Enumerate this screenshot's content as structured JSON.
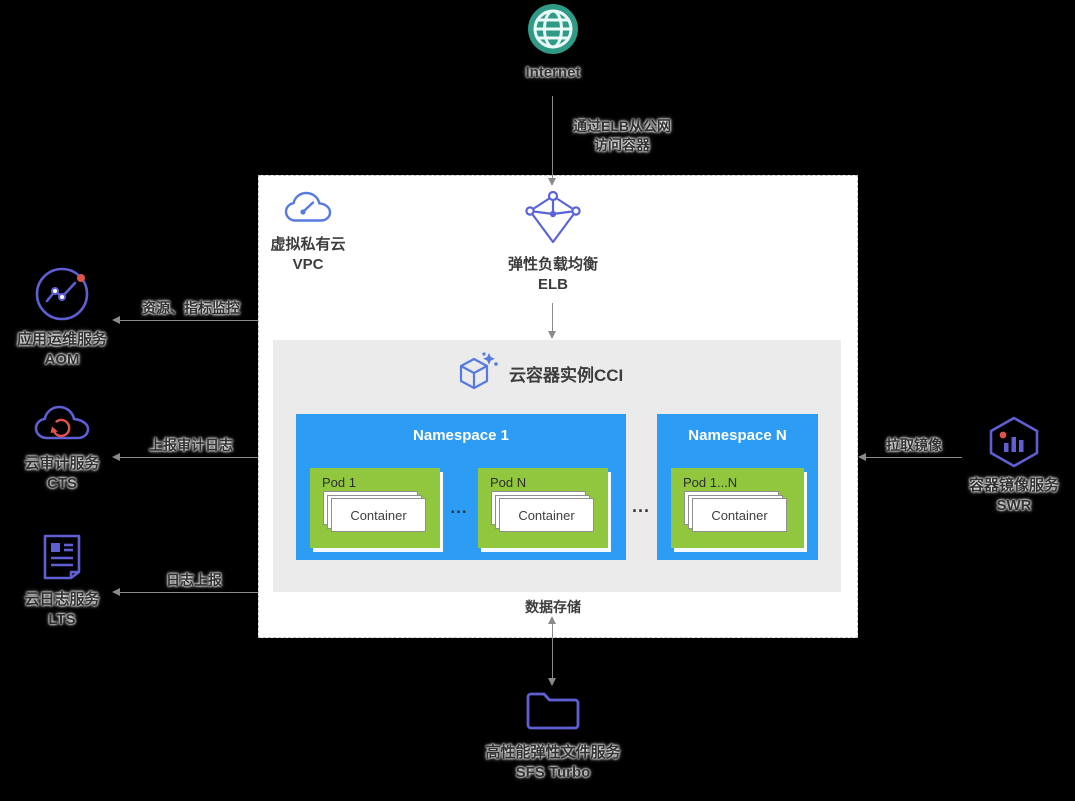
{
  "internet": {
    "label": "Internet"
  },
  "vpc": {
    "name": "虚拟私有云",
    "abbr": "VPC"
  },
  "elb": {
    "name": "弹性负载均衡",
    "abbr": "ELB"
  },
  "cci": {
    "title": "云容器实例CCI",
    "pod_ellipsis": "...",
    "namespace_ellipsis": "...",
    "namespaces": [
      {
        "label": "Namespace 1",
        "pods": [
          {
            "label": "Pod 1",
            "container": "Container"
          },
          {
            "label": "Pod N",
            "container": "Container"
          }
        ]
      },
      {
        "label": "Namespace N",
        "pods": [
          {
            "label": "Pod 1...N",
            "container": "Container"
          }
        ]
      }
    ]
  },
  "services": {
    "aom": {
      "name": "应用运维服务",
      "abbr": "AOM"
    },
    "cts": {
      "name": "云审计服务",
      "abbr": "CTS"
    },
    "lts": {
      "name": "云日志服务",
      "abbr": "LTS"
    },
    "swr": {
      "name": "容器镜像服务",
      "abbr": "SWR"
    },
    "sfs": {
      "name": "高性能弹性文件服务",
      "abbr": "SFS Turbo"
    }
  },
  "edges": {
    "internet_elb_line1": "通过ELB从公网",
    "internet_elb_line2": "访问容器",
    "aom_label": "资源、指标监控",
    "cts_label": "上报审计日志",
    "lts_label": "日志上报",
    "swr_label": "拉取镜像",
    "sfs_label": "数据存储"
  },
  "colors": {
    "namespace_blue": "#2d9cf4",
    "pod_green": "#90c73e",
    "icon_purple": "#5f5fd3",
    "icon_blue": "#567ae0",
    "internet_teal": "#2f9a86",
    "accent_red": "#e0544e",
    "arrow_gray": "#8a8a8a"
  }
}
